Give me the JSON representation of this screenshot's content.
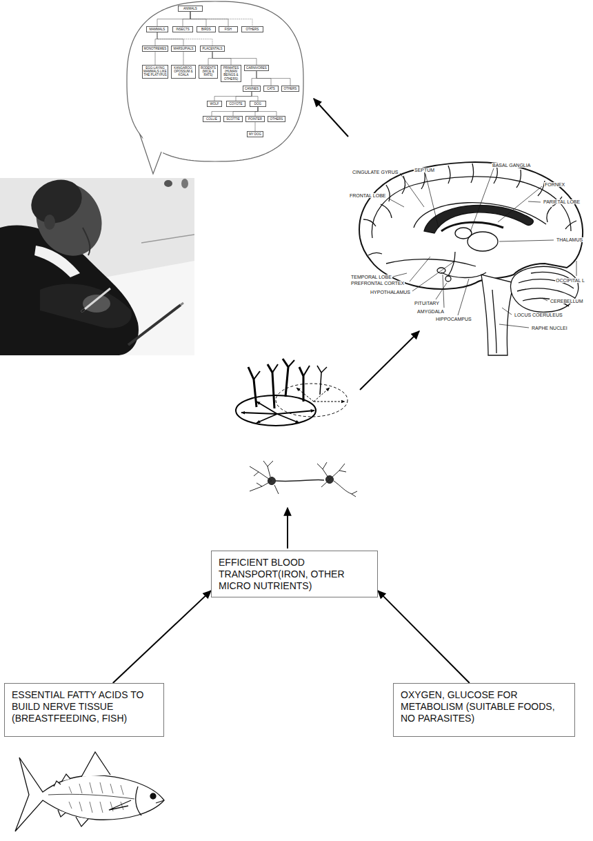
{
  "diagram": {
    "nodes": [
      {
        "text": [
          "ANIMALS"
        ]
      },
      {
        "text": [
          "MAMMALS"
        ]
      },
      {
        "text": [
          "INSECTS"
        ]
      },
      {
        "text": [
          "BIRDS"
        ]
      },
      {
        "text": [
          "FISH"
        ]
      },
      {
        "text": [
          "OTHERS"
        ]
      },
      {
        "text": [
          "MONOTREMES"
        ]
      },
      {
        "text": [
          "MARSUPIALS"
        ]
      },
      {
        "text": [
          "PLACENTALS"
        ]
      },
      {
        "text": [
          "EGG-LAYING MAMMALS LIKE THE PLATYPUS"
        ]
      },
      {
        "text": [
          "KANGAROO, OPOSSUM & KOALA"
        ]
      },
      {
        "text": [
          "RODENTS (MICE & RATS)"
        ]
      },
      {
        "text": [
          "PRIMATES (HUMAN BEINGS & OTHERS)"
        ]
      },
      {
        "text": [
          "CARNIVORES"
        ]
      },
      {
        "text": [
          "CANINES"
        ]
      },
      {
        "text": [
          "CATS"
        ]
      },
      {
        "text": [
          "OTHERS"
        ]
      },
      {
        "text": [
          "WOLF"
        ]
      },
      {
        "text": [
          "COYOTE"
        ]
      },
      {
        "text": [
          "DOG"
        ]
      },
      {
        "text": [
          "COLLIE"
        ]
      },
      {
        "text": [
          "SCOTTIE"
        ]
      },
      {
        "text": [
          "POINTER"
        ]
      },
      {
        "text": [
          "OTHERS"
        ]
      },
      {
        "text": [
          "MY DOG"
        ]
      },
      {
        "text": [
          "EFFICIENT BLOOD TRANSPORT(IRON, OTHER MICRO NUTRIENTS)"
        ]
      },
      {
        "text": [
          "ESSENTIAL FATTY ACIDS TO BUILD NERVE TISSUE (BREASTFEEDING, FISH)"
        ]
      },
      {
        "text": [
          "OXYGEN, GLUCOSE FOR METABOLISM (SUITABLE FOODS, NO PARASITES)"
        ]
      }
    ],
    "edges": [
      {
        "from": 0,
        "to": 1,
        "arrow": "none"
      },
      {
        "from": 0,
        "to": 2,
        "arrow": "none"
      },
      {
        "from": 0,
        "to": 3,
        "arrow": "none"
      },
      {
        "from": 0,
        "to": 4,
        "arrow": "none"
      },
      {
        "from": 0,
        "to": 5,
        "arrow": "none"
      },
      {
        "from": 1,
        "to": 6,
        "arrow": "none"
      },
      {
        "from": 1,
        "to": 7,
        "arrow": "none"
      },
      {
        "from": 1,
        "to": 8,
        "arrow": "none"
      },
      {
        "from": 6,
        "to": 9,
        "arrow": "none"
      },
      {
        "from": 7,
        "to": 10,
        "arrow": "none"
      },
      {
        "from": 8,
        "to": 11,
        "arrow": "none"
      },
      {
        "from": 8,
        "to": 12,
        "arrow": "none"
      },
      {
        "from": 8,
        "to": 13,
        "arrow": "none"
      },
      {
        "from": 13,
        "to": 14,
        "arrow": "none"
      },
      {
        "from": 13,
        "to": 15,
        "arrow": "none"
      },
      {
        "from": 13,
        "to": 16,
        "arrow": "none"
      },
      {
        "from": 14,
        "to": 17,
        "arrow": "none"
      },
      {
        "from": 14,
        "to": 18,
        "arrow": "none"
      },
      {
        "from": 14,
        "to": 19,
        "arrow": "none"
      },
      {
        "from": 19,
        "to": 20,
        "arrow": "none"
      },
      {
        "from": 19,
        "to": 21,
        "arrow": "none"
      },
      {
        "from": 19,
        "to": 22,
        "arrow": "none"
      },
      {
        "from": 19,
        "to": 23,
        "arrow": "none"
      },
      {
        "from": 22,
        "to": 24,
        "arrow": "none"
      },
      {
        "from": 26,
        "to": 25,
        "arrow": "to"
      },
      {
        "from": 27,
        "to": 25,
        "arrow": "to"
      }
    ],
    "labels": [
      "CINGULATE GYRUS",
      "SEPTUM",
      "BASAL GANGLIA",
      "FORNEX",
      "FRONTAL LOBE",
      "PARIETAL LOBE",
      "THALAMUS",
      "TEMPORAL LOBE",
      "OCCIPITAL L",
      "PREFRONTAL CORTEX",
      "HYPOTHALAMUS",
      "CEREBELLUM",
      "PITUITARY",
      "AMYGDALA",
      "LOCUS COERULEUS",
      "HIPPOCAMPUS",
      "RAPHE NUCLEI"
    ]
  }
}
